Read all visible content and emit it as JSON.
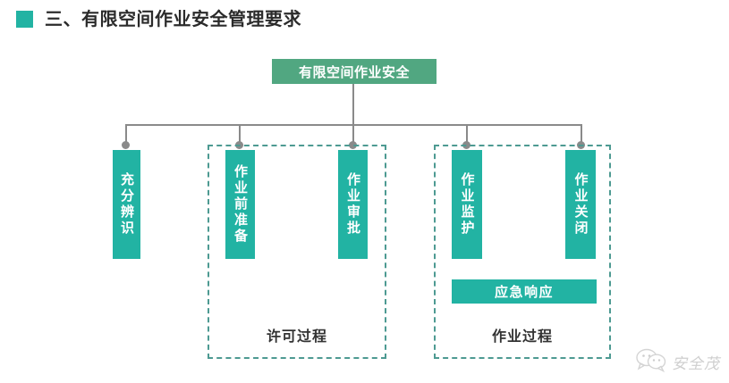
{
  "title": {
    "bullet_color": "#22b3a3",
    "text": "三、有限空间作业安全管理要求"
  },
  "diagram": {
    "root": {
      "label": "有限空间作业安全",
      "color": "#51a781"
    },
    "node_color": "#22b3a3",
    "frame_color": "#4d9a92",
    "connector_color": "#8a8a8a",
    "nodes": [
      {
        "id": "identify",
        "label": "充分辨识",
        "orientation": "vertical"
      },
      {
        "id": "prepare",
        "label": "作业前准备",
        "orientation": "vertical"
      },
      {
        "id": "approve",
        "label": "作业审批",
        "orientation": "vertical"
      },
      {
        "id": "supervise",
        "label": "作业监护",
        "orientation": "vertical"
      },
      {
        "id": "close",
        "label": "作业关闭",
        "orientation": "vertical"
      },
      {
        "id": "emergency",
        "label": "应急响应",
        "orientation": "horizontal"
      }
    ],
    "groups": [
      {
        "id": "permit-process",
        "label": "许可过程",
        "members": [
          "prepare",
          "approve"
        ]
      },
      {
        "id": "work-process",
        "label": "作业过程",
        "members": [
          "supervise",
          "close",
          "emergency"
        ]
      }
    ]
  },
  "watermark": {
    "icon": "wechat-bubbles-icon",
    "text": "安全茂"
  }
}
